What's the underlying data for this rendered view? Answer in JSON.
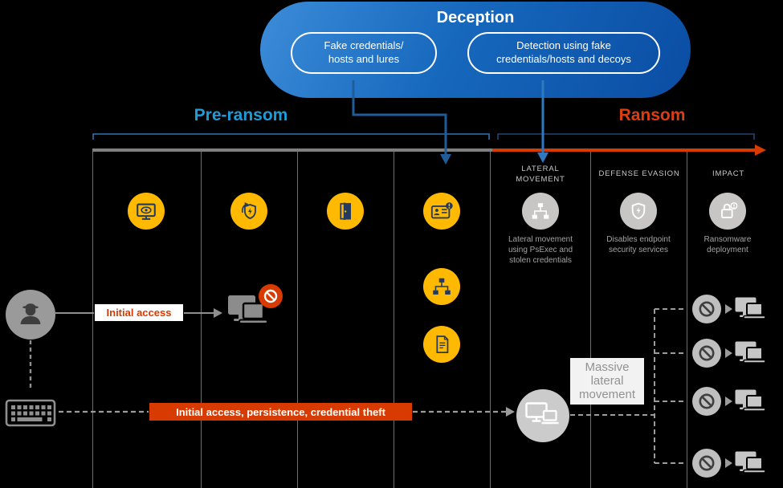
{
  "deception": {
    "title": "Deception",
    "pill_fake_line1": "Fake credentials/",
    "pill_fake_line2": "hosts and lures",
    "pill_detect_line1": "Detection using fake",
    "pill_detect_line2": "credentials/hosts and decoys"
  },
  "phases": {
    "pre_ransom": "Pre-ransom",
    "ransom": "Ransom"
  },
  "stages": {
    "lateral_movement": {
      "header_line1": "LATERAL",
      "header_line2": "MOVEMENT",
      "description": "Lateral movement using PsExec and stolen credentials"
    },
    "defense_evasion": {
      "header": "DEFENSE EVASION",
      "description": "Disables endpoint security services"
    },
    "impact": {
      "header": "IMPACT",
      "description": "Ransomware deployment"
    }
  },
  "flow": {
    "initial_access_label": "Initial access",
    "persistence_label": "Initial access, persistence, credential theft",
    "massive_lateral_label": "Massive lateral movement"
  },
  "icons": {
    "pre_ransom_columns": [
      "eye-monitor-icon",
      "shield-persistence-icon",
      "door-backdoor-icon",
      "credential-card-alert-icon",
      "org-chart-icon",
      "script-document-icon"
    ],
    "stage_columns": [
      "network-nodes-icon",
      "shield-lightning-icon",
      "lock-alert-icon"
    ],
    "actors": [
      "attacker-spy-icon",
      "keyboard-icon",
      "devices-icon",
      "blocked-prohibition-icon"
    ]
  },
  "colors": {
    "background": "#000000",
    "deception_blue": "#0D5BB5",
    "pre_ransom_blue": "#1E9CD8",
    "ransom_orange": "#D83B01",
    "accent_yellow": "#FFB900",
    "glyph_navy": "#243A5E",
    "neutral_gray": "#C8C6C4"
  }
}
